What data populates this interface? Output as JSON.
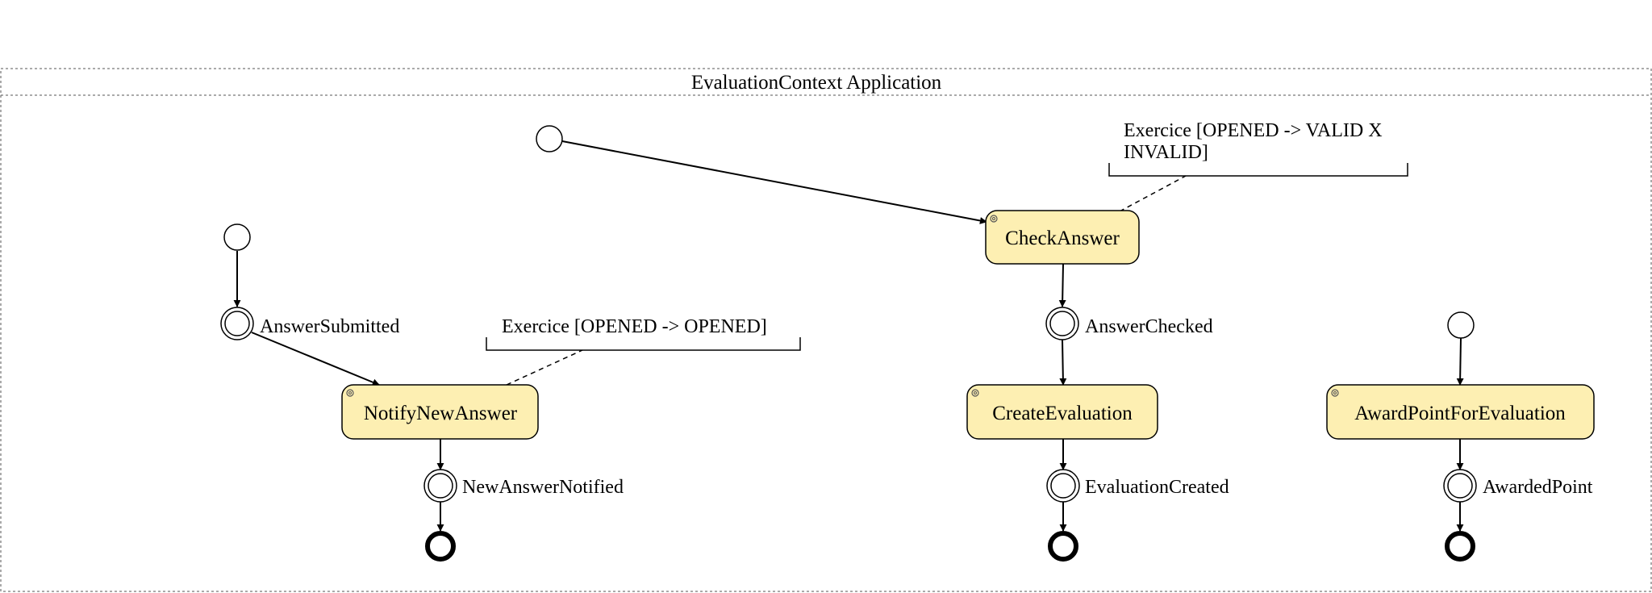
{
  "pool": {
    "title": "EvaluationContext Application"
  },
  "tasks": {
    "check_answer": {
      "label": "CheckAnswer"
    },
    "notify_new_answer": {
      "label": "NotifyNewAnswer"
    },
    "create_evaluation": {
      "label": "CreateEvaluation"
    },
    "award_point": {
      "label": "AwardPointForEvaluation"
    }
  },
  "events": {
    "answer_submitted": "AnswerSubmitted",
    "answer_checked": "AnswerChecked",
    "new_answer_notified": "NewAnswerNotified",
    "evaluation_created": "EvaluationCreated",
    "awarded_point": "AwardedPoint"
  },
  "annotations": {
    "check_answer_line1": "Exercice [OPENED -> VALID X",
    "check_answer_line2": "INVALID]",
    "notify_new_answer": "Exercice [OPENED -> OPENED]"
  },
  "colors": {
    "task_fill": "#fdefb2",
    "stroke": "#000000"
  }
}
